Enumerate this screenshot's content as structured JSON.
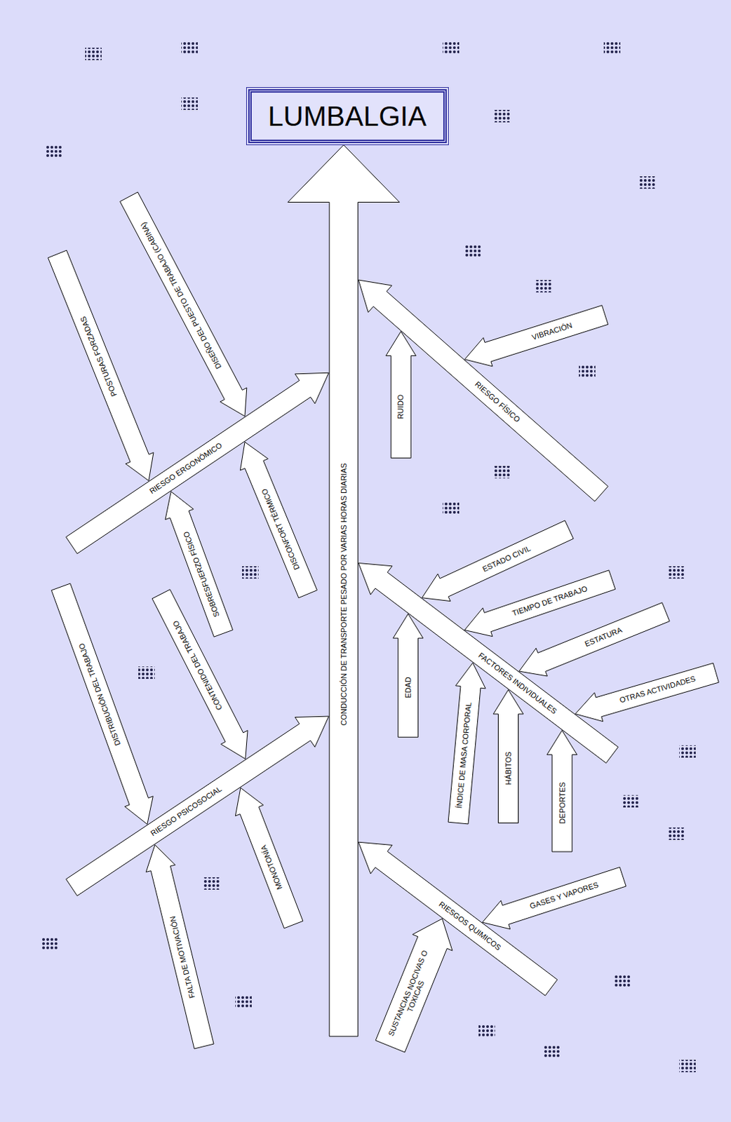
{
  "diagram": {
    "nodes": [
      {
        "text": [
          "LUMBALGIA"
        ]
      },
      {
        "text": [
          "CONDUCCIÓN DE TRANSPORTE PESADO POR VARIAS HORAS DIARIAS"
        ]
      },
      {
        "text": [
          "RIESGO ERGONÓMICO"
        ]
      },
      {
        "text": [
          "POSTURAS FORZADAS"
        ]
      },
      {
        "text": [
          "DISEÑO DEL PUESTO DE TRABAJO (CABINA)"
        ]
      },
      {
        "text": [
          "SOBRESFUERZO FÍSICO"
        ]
      },
      {
        "text": [
          "DISCONFORT TÉRMICO"
        ]
      },
      {
        "text": [
          "RIESGO PSICOSOCIAL"
        ]
      },
      {
        "text": [
          "DISTRIBUCIÓN DEL TRABAJO"
        ]
      },
      {
        "text": [
          "CONTENIDO DEL TRABAJO"
        ]
      },
      {
        "text": [
          "FALTA DE MOTIVACIÓN"
        ]
      },
      {
        "text": [
          "MONOTONÍA"
        ]
      },
      {
        "text": [
          "RIESGO FÍSICO"
        ]
      },
      {
        "text": [
          "VIBRACIÓN"
        ]
      },
      {
        "text": [
          "RUIDO"
        ]
      },
      {
        "text": [
          "FACTORES INDIVIDUALES"
        ]
      },
      {
        "text": [
          "ESTADO CIVIL"
        ]
      },
      {
        "text": [
          "TIEMPO DE TRABAJO"
        ]
      },
      {
        "text": [
          "ESTATURA"
        ]
      },
      {
        "text": [
          "OTRAS ACTIVIDADES"
        ]
      },
      {
        "text": [
          "EDAD"
        ]
      },
      {
        "text": [
          "ÍNDICE DE MASA CORPORAL"
        ]
      },
      {
        "text": [
          "HÁBITOS"
        ]
      },
      {
        "text": [
          "DEPORTES"
        ]
      },
      {
        "text": [
          "RIESGOS QUIMICOS"
        ]
      },
      {
        "text": [
          "GASES Y VAPORES"
        ]
      },
      {
        "text": [
          "SUSTANCIAS NOCIVAS O TOXICAS"
        ]
      }
    ],
    "edges": [
      {
        "from": 1,
        "to": 0,
        "arrow": "to"
      },
      {
        "from": 2,
        "to": 1,
        "arrow": "to"
      },
      {
        "from": 3,
        "to": 2,
        "arrow": "to"
      },
      {
        "from": 4,
        "to": 2,
        "arrow": "to"
      },
      {
        "from": 5,
        "to": 2,
        "arrow": "to"
      },
      {
        "from": 6,
        "to": 2,
        "arrow": "to"
      },
      {
        "from": 7,
        "to": 1,
        "arrow": "to"
      },
      {
        "from": 8,
        "to": 7,
        "arrow": "to"
      },
      {
        "from": 9,
        "to": 7,
        "arrow": "to"
      },
      {
        "from": 10,
        "to": 7,
        "arrow": "to"
      },
      {
        "from": 11,
        "to": 7,
        "arrow": "to"
      },
      {
        "from": 12,
        "to": 1,
        "arrow": "to"
      },
      {
        "from": 13,
        "to": 12,
        "arrow": "to"
      },
      {
        "from": 14,
        "to": 12,
        "arrow": "to"
      },
      {
        "from": 15,
        "to": 1,
        "arrow": "to"
      },
      {
        "from": 16,
        "to": 15,
        "arrow": "to"
      },
      {
        "from": 17,
        "to": 15,
        "arrow": "to"
      },
      {
        "from": 18,
        "to": 15,
        "arrow": "to"
      },
      {
        "from": 19,
        "to": 15,
        "arrow": "to"
      },
      {
        "from": 20,
        "to": 15,
        "arrow": "to"
      },
      {
        "from": 21,
        "to": 15,
        "arrow": "to"
      },
      {
        "from": 22,
        "to": 15,
        "arrow": "to"
      },
      {
        "from": 23,
        "to": 15,
        "arrow": "to"
      },
      {
        "from": 24,
        "to": 1,
        "arrow": "to"
      },
      {
        "from": 25,
        "to": 24,
        "arrow": "to"
      },
      {
        "from": 26,
        "to": 24,
        "arrow": "to"
      }
    ]
  }
}
